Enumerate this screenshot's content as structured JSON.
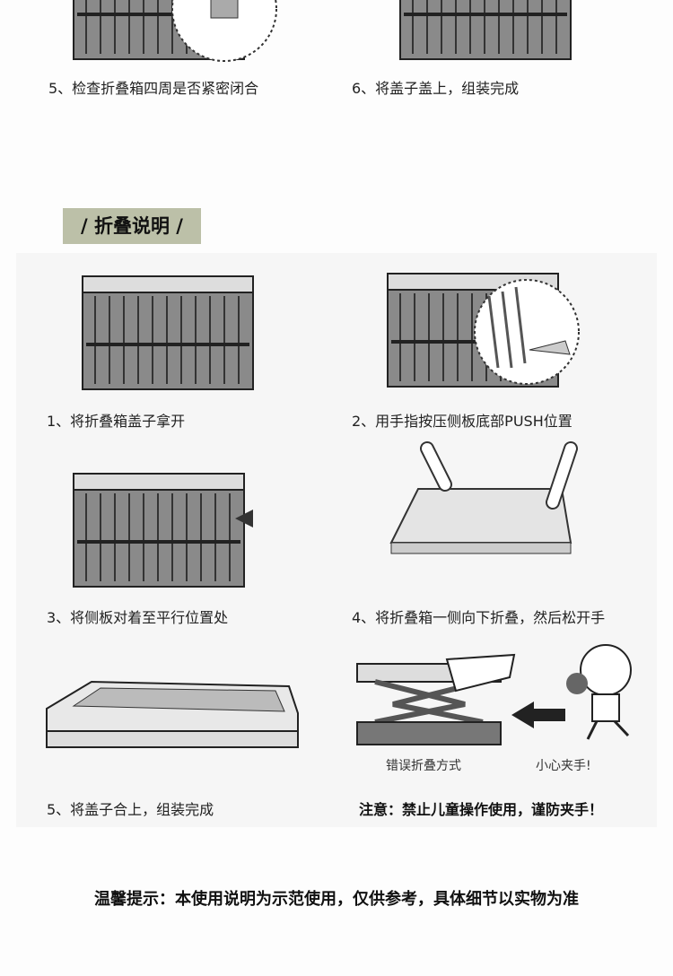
{
  "top_steps": [
    {
      "caption": "5、检查折叠箱四周是否紧密闭合"
    },
    {
      "caption": "6、将盖子盖上，组装完成"
    }
  ],
  "section_title": "/ 折叠说明 /",
  "fold_steps": [
    {
      "caption": "1、将折叠箱盖子拿开"
    },
    {
      "caption": "2、用手指按压侧板底部PUSH位置"
    },
    {
      "caption": "3、将侧板对着至平行位置处"
    },
    {
      "caption": "4、将折叠箱一侧向下折叠，然后松开手"
    },
    {
      "caption": "5、将盖子合上，组装完成"
    }
  ],
  "wrong_fold_label": "错误折叠方式",
  "careful_label": "小心夹手!",
  "warning": "注意：禁止儿童操作使用，谨防夹手！",
  "footer_tip": "温馨提示：本使用说明为示范使用，仅供参考，具体细节以实物为准",
  "colors": {
    "crate": "#8a8a8a",
    "crate_dark": "#555555",
    "label_bg": "#bcc0a8"
  }
}
